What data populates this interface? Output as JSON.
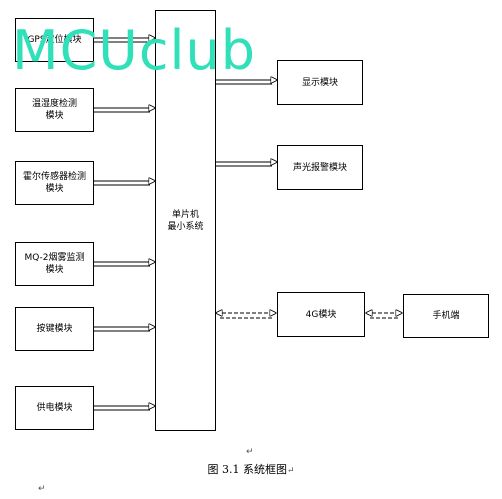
{
  "diagram": {
    "left_modules": [
      {
        "id": "gps",
        "label": "GPS定位模块"
      },
      {
        "id": "temp-humidity",
        "label": "温湿度检测\n模块"
      },
      {
        "id": "hall",
        "label": "霍尔传感器检测\n模块"
      },
      {
        "id": "mq2",
        "label": "MQ-2烟雾监测\n模块"
      },
      {
        "id": "keys",
        "label": "按键模块"
      },
      {
        "id": "power",
        "label": "供电模块"
      }
    ],
    "center": {
      "label": "单片机\n最小系统"
    },
    "right_modules": [
      {
        "id": "display",
        "label": "显示模块"
      },
      {
        "id": "alarm",
        "label": "声光报警模块"
      },
      {
        "id": "4g",
        "label": "4G模块"
      }
    ],
    "phone": {
      "label": "手机端"
    },
    "watermark": "MCUclub",
    "caption": "图 3.1  系统框图",
    "return_mark": "↵",
    "colors": {
      "watermark": "#2fe0b8",
      "line": "#000000"
    }
  }
}
